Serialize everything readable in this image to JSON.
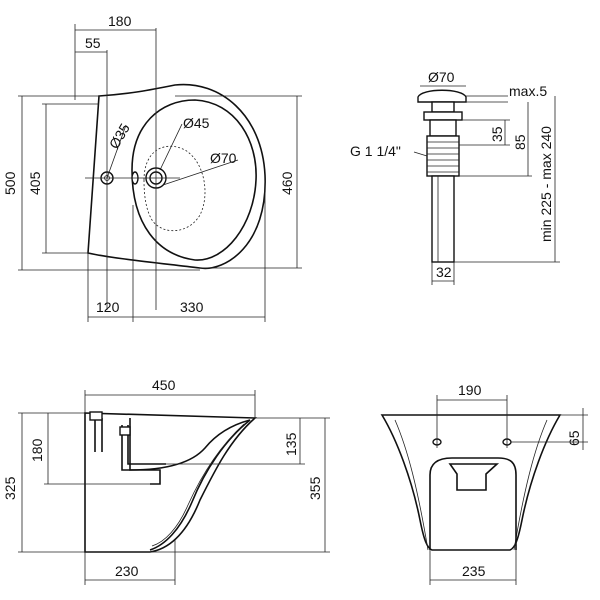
{
  "top_view": {
    "dim_180": "180",
    "dim_55": "55",
    "dia_35": "Ø35",
    "dia_45": "Ø45",
    "dia_70": "Ø70",
    "dim_500": "500",
    "dim_405": "405",
    "dim_460": "460",
    "dim_120": "120",
    "dim_330": "330"
  },
  "drain_view": {
    "dia_70": "Ø70",
    "max5": "max.5",
    "g_thread": "G 1 1/4\"",
    "dim_35": "35",
    "dim_85": "85",
    "height_range": "min 225 - max 240",
    "dim_32": "32"
  },
  "side_view": {
    "dim_450": "450",
    "dim_180": "180",
    "dim_135": "135",
    "dim_325": "325",
    "dim_355": "355",
    "dim_230": "230"
  },
  "front_view": {
    "dim_190": "190",
    "dim_65": "65",
    "dim_235": "235"
  }
}
